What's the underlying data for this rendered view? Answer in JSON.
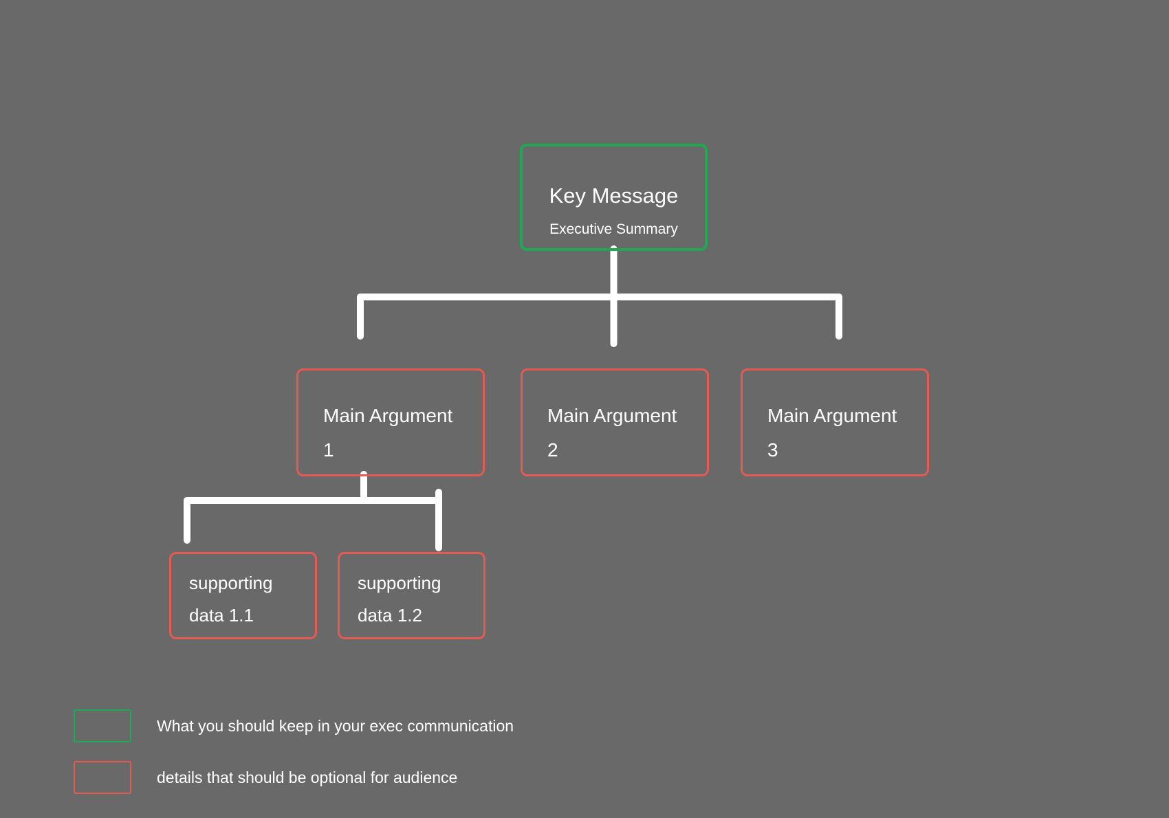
{
  "colors": {
    "background": "#696969",
    "keep": "#1ea952",
    "optional": "#e65a54",
    "line": "#ffffff",
    "text": "#ffffff"
  },
  "diagram": {
    "root": {
      "title": "Key Message",
      "subtitle": "Executive Summary"
    },
    "main_arguments": [
      {
        "label": "Main Argument",
        "number": "1"
      },
      {
        "label": "Main Argument",
        "number": "2"
      },
      {
        "label": "Main Argument",
        "number": "3"
      }
    ],
    "supporting_data": [
      {
        "line1": "supporting",
        "line2": "data 1.1"
      },
      {
        "line1": "supporting",
        "line2": "data 1.2"
      }
    ]
  },
  "legend": {
    "items": [
      {
        "swatch": "keep",
        "label": "What you should  keep in your exec communication"
      },
      {
        "swatch": "optional",
        "label": "details that should be optional for audience"
      }
    ]
  }
}
